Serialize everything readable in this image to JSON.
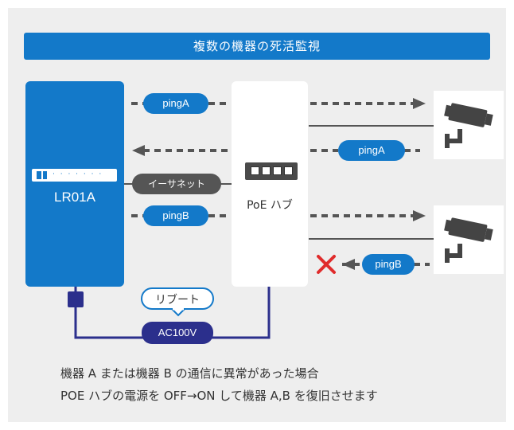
{
  "title": "複数の機器の死活監視",
  "device_a": {
    "label": "LR01A"
  },
  "hub": {
    "label": "PoE ハブ"
  },
  "pings": {
    "a_out": "pingA",
    "a_back": "pingA",
    "b_out": "pingB",
    "b_back": "pingB"
  },
  "ethernet_label": "イーサネット",
  "reboot_label": "リブート",
  "power_label": "AC100V",
  "notes": {
    "line1": "機器 A または機器 B の通信に異常があった場合",
    "line2": "POE ハブの電源を OFF→ON して機器 A,B を復旧させます"
  },
  "colors": {
    "accent_blue": "#1379c9",
    "navy": "#2b2f8c",
    "dash_gray": "#555555",
    "error_red": "#e02b2b",
    "panel_bg": "#eeeeee"
  },
  "icons": [
    "camera-icon",
    "camera-icon",
    "cross-icon",
    "plug-icon",
    "arrow-right-icon",
    "arrow-left-icon"
  ]
}
